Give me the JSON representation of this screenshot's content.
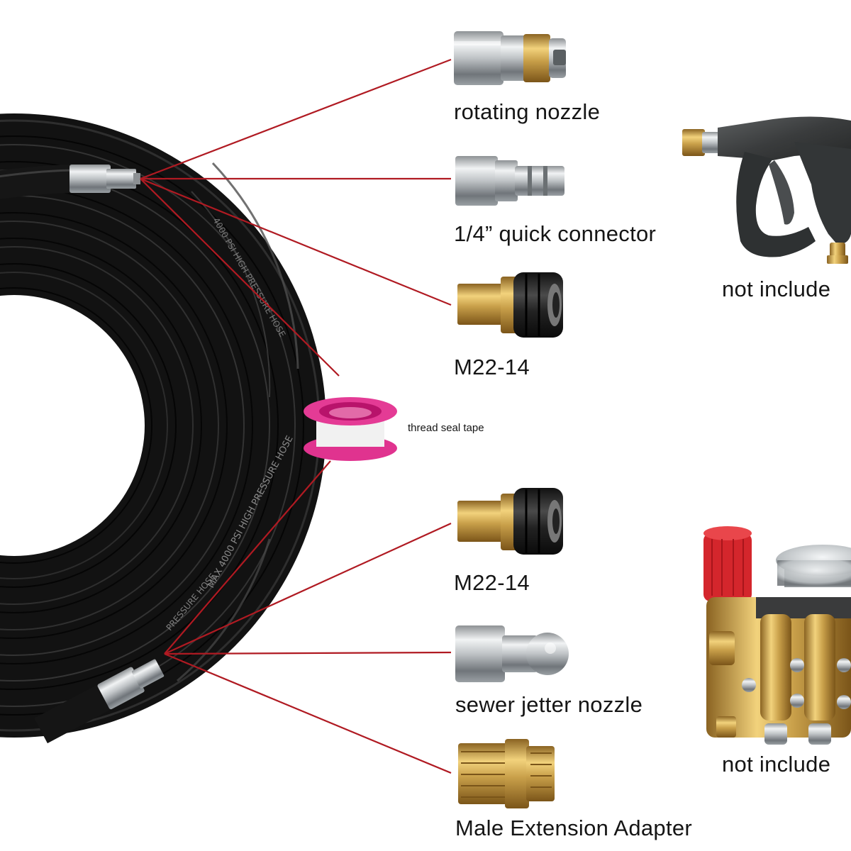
{
  "labels": {
    "rotating_nozzle": "rotating nozzle",
    "quick_connector": "1/4” quick connector",
    "m22_top": "M22-14",
    "thread_seal_tape": "thread seal tape",
    "m22_bottom": "M22-14",
    "sewer_jetter_nozzle": "sewer jetter nozzle",
    "male_extension_adapter": "Male Extension Adapter",
    "not_include_gun": "not include",
    "not_include_pump": "not include"
  },
  "colors": {
    "background": "#ffffff",
    "hose": "#141414",
    "leader_line": "#b01a22",
    "steel": "#c9ccce",
    "brass": "#c9a04a",
    "tape_pink": "#e0338f",
    "pump_cap_red": "#d4262c"
  },
  "icons": [
    "hose-coil-icon",
    "rotating-nozzle-icon",
    "quick-connector-icon",
    "m22-coupler-icon",
    "thread-tape-roll-icon",
    "sewer-jetter-nozzle-icon",
    "male-adapter-icon",
    "spray-gun-icon",
    "pressure-pump-icon"
  ]
}
